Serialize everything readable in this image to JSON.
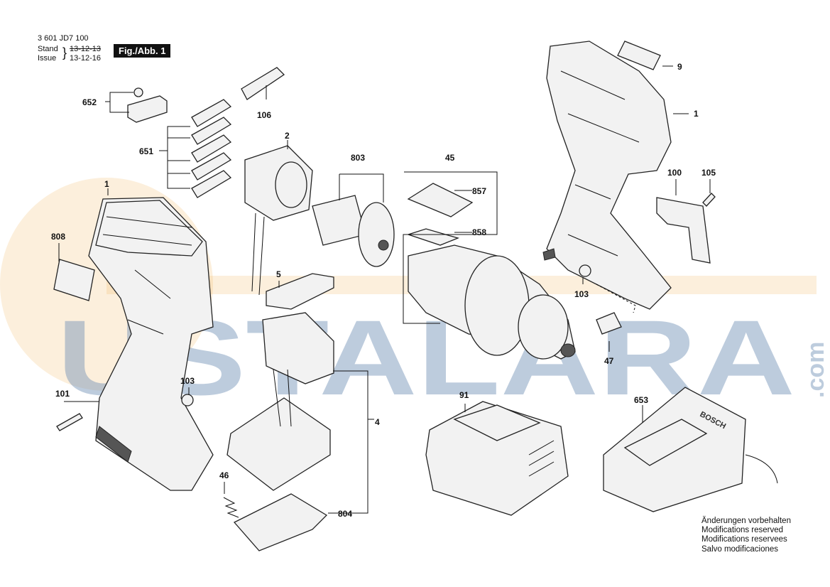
{
  "header": {
    "doc_number": "3 601 JD7 100",
    "stand_label": "Stand",
    "stand_date": "13-12-13",
    "issue_label": "Issue",
    "issue_date": "13-12-16",
    "figure_label": "Fig./Abb. 1"
  },
  "parts": {
    "p1_left": "1",
    "p1_right": "1",
    "p2": "2",
    "p4": "4",
    "p5": "5",
    "p9": "9",
    "p45": "45",
    "p46": "46",
    "p47": "47",
    "p91": "91",
    "p100": "100",
    "p101": "101",
    "p103_left": "103",
    "p103_right": "103",
    "p105": "105",
    "p106": "106",
    "p651": "651",
    "p652": "652",
    "p653": "653",
    "p803": "803",
    "p804": "804",
    "p808": "808",
    "p857": "857",
    "p858": "858"
  },
  "charger_brand": "BOSCH",
  "watermark": {
    "text": "USTALARA",
    "suffix": ".com"
  },
  "notes": [
    "Änderungen vorbehalten",
    "Modifications reserved",
    "Modifications reservees",
    "Salvo modificaciones"
  ],
  "colors": {
    "watermark_blue": "#6f8fb5",
    "watermark_orange": "#f3b860"
  }
}
